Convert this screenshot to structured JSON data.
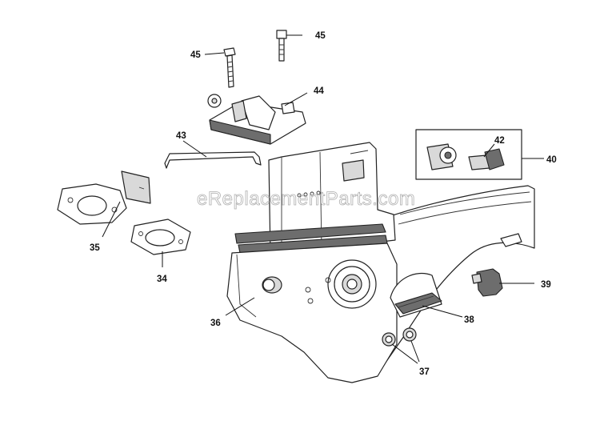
{
  "watermark": "eReplacementParts.com",
  "callouts": {
    "c34": "34",
    "c35": "35",
    "c36": "36",
    "c37": "37",
    "c38": "38",
    "c39": "39",
    "c40": "40",
    "c42": "42",
    "c43": "43",
    "c44": "44",
    "c45a": "45",
    "c45b": "45"
  },
  "colors": {
    "line": "#222222",
    "part_fill": "#ffffff",
    "shade": "#d9d9d9",
    "dark": "#6d6d6d",
    "watermark": "#b0b0b0"
  }
}
